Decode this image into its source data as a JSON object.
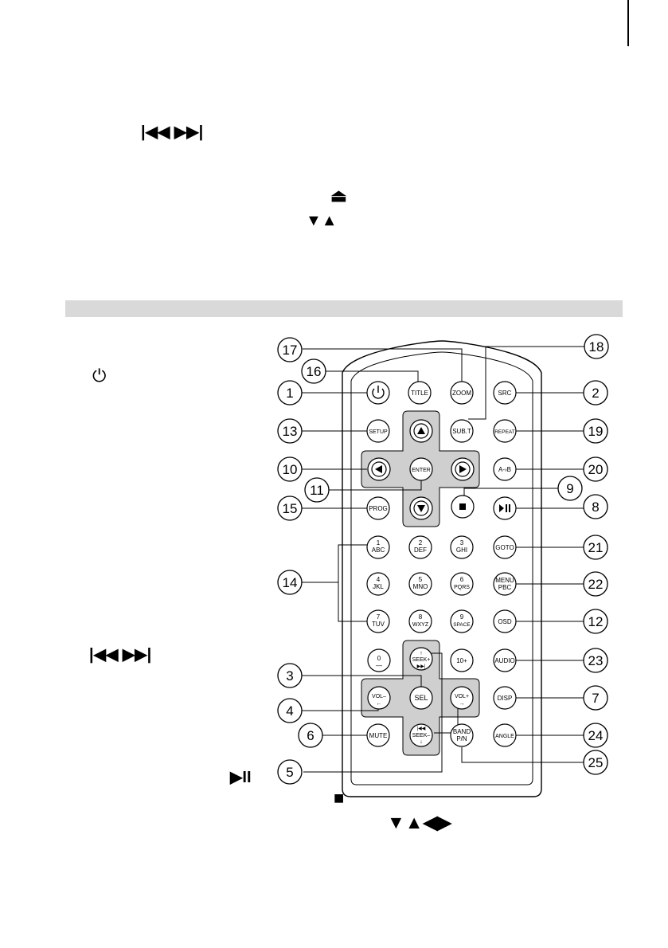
{
  "top_symbols": {
    "prev_next": "|◀◀ ▶▶|",
    "eject": "⏏",
    "down_up": "▼▲"
  },
  "left_symbols": {
    "power": "⏻",
    "prev_next": "|◀◀ ▶▶|",
    "play_pause": "▶II"
  },
  "bottom_symbols": {
    "stop": "■",
    "arrows": "▼▲◀▶"
  },
  "buttons": {
    "title": "TITLE",
    "zoom": "ZOOM",
    "src": "SRC",
    "setup": "SETUP",
    "subt": "SUB.T",
    "repeat": "REPEAT",
    "enter": "ENTER",
    "ab": "A-›B",
    "prog": "PROG",
    "k1a": "1",
    "k1b": "ABC",
    "k2a": "2",
    "k2b": "DEF",
    "k3a": "3",
    "k3b": "GHI",
    "goto": "GOTO",
    "k4a": "4",
    "k4b": "JKL",
    "k5a": "5",
    "k5b": "MNO",
    "k6a": "6",
    "k6b": "PQRS",
    "menua": "MENU",
    "menub": "PBC",
    "k7a": "7",
    "k7b": "TUV",
    "k8a": "8",
    "k8b": "WXYZ",
    "k9a": "9",
    "k9b": "SPACE",
    "osd": "OSD",
    "k0a": "0",
    "k0b": "—",
    "seekplus": "SEEK+",
    "tenplus": "10+",
    "audio": "AUDIO",
    "volminus": "VOL–",
    "sel": "SEL",
    "volplus": "VOL+",
    "disp": "DISP",
    "mute": "MUTE",
    "seekminus": "SEEK–",
    "banda": "BAND",
    "bandb": "P/N",
    "angle": "ANGLE"
  },
  "callouts": {
    "c1": "1",
    "c2": "2",
    "c3": "3",
    "c4": "4",
    "c5": "5",
    "c6": "6",
    "c7": "7",
    "c8": "8",
    "c9": "9",
    "c10": "10",
    "c11": "11",
    "c12": "12",
    "c13": "13",
    "c14": "14",
    "c15": "15",
    "c16": "16",
    "c17": "17",
    "c18": "18",
    "c19": "19",
    "c20": "20",
    "c21": "21",
    "c22": "22",
    "c23": "23",
    "c24": "24",
    "c25": "25"
  }
}
